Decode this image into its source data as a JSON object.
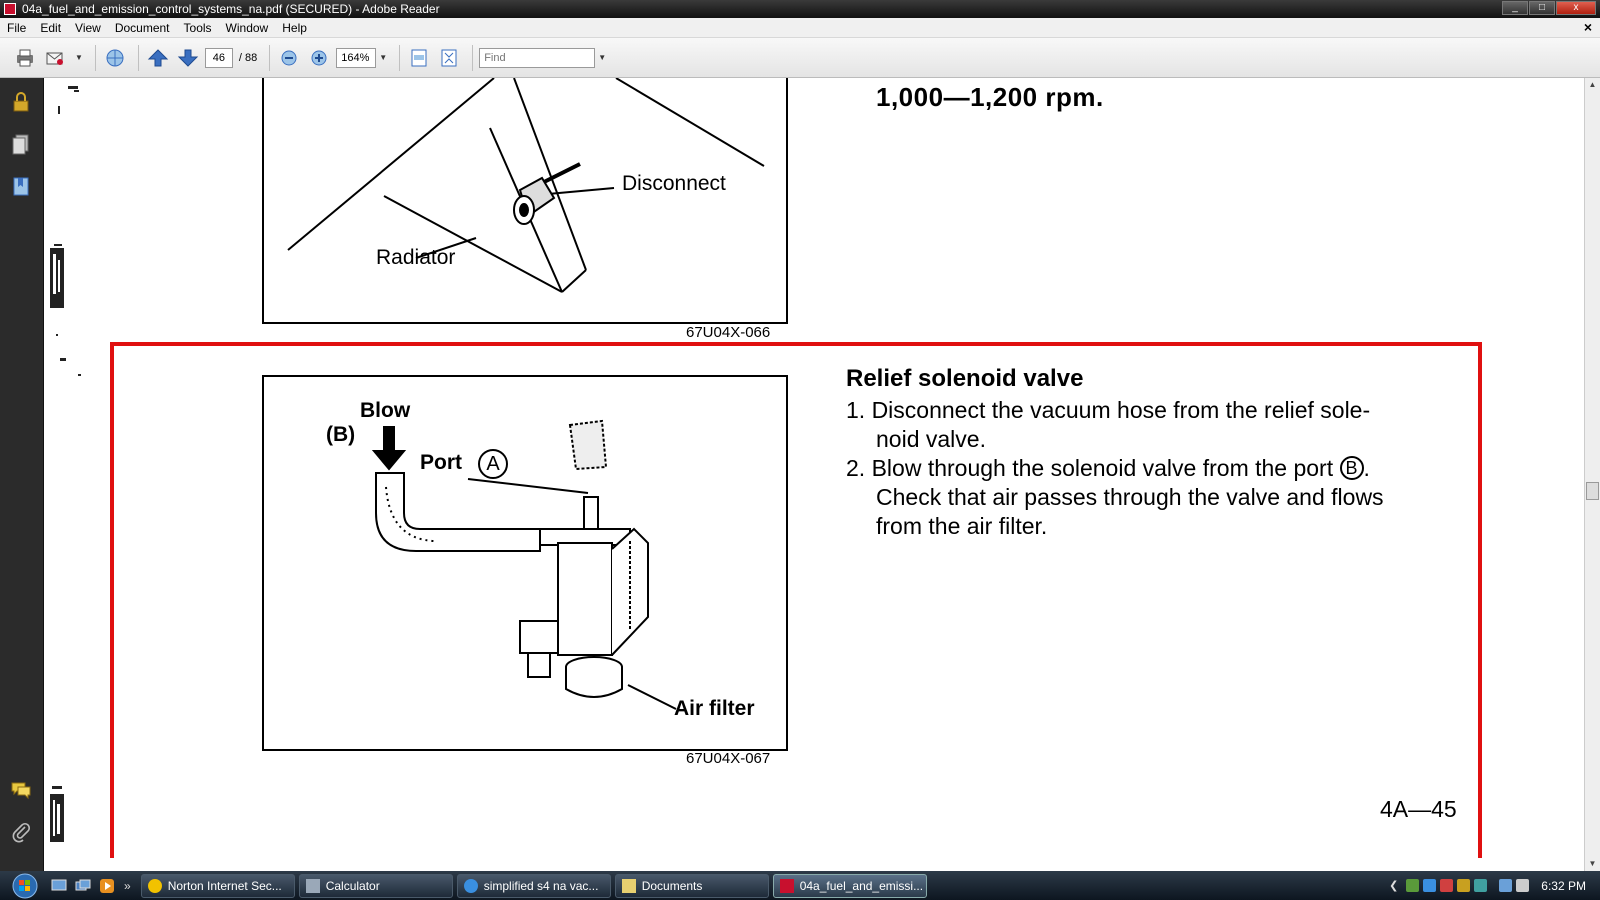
{
  "window": {
    "title": "04a_fuel_and_emission_control_systems_na.pdf (SECURED) - Adobe Reader",
    "controls": [
      "_",
      "□",
      "x"
    ]
  },
  "menu": [
    "File",
    "Edit",
    "View",
    "Document",
    "Tools",
    "Window",
    "Help"
  ],
  "menu_close": "×",
  "toolbar": {
    "page_current": "46",
    "page_total": "/ 88",
    "zoom": "164%",
    "find_placeholder": "Find"
  },
  "document": {
    "rpm_text": "1,000—1,200 rpm.",
    "figure1": {
      "labels": {
        "disconnect": "Disconnect",
        "radiator": "Radiator"
      },
      "code": "67U04X-066"
    },
    "figure2": {
      "labels": {
        "blow": "Blow",
        "b": "(B)",
        "port": "Port",
        "port_letter": "A",
        "air_filter": "Air filter"
      },
      "code": "67U04X-067"
    },
    "section_title": "Relief solenoid valve",
    "step1_line1": "1. Disconnect the vacuum hose from the relief sole-",
    "step1_line2": "noid valve.",
    "step2_line1": "2. Blow through the solenoid valve from the port",
    "step2_port_letter": "B",
    "step2_line2": "Check that air passes through the valve and flows",
    "step2_line3": "from the air filter.",
    "page_number": "4A—45"
  },
  "taskbar": {
    "more": "»",
    "tasks": [
      {
        "label": "Norton Internet Sec...",
        "color": "#f2c200"
      },
      {
        "label": "Calculator",
        "color": "#9aa8b8"
      },
      {
        "label": "simplified s4 na vac...",
        "color": "#3a8fe0"
      },
      {
        "label": "Documents",
        "color": "#e8d070"
      },
      {
        "label": "04a_fuel_and_emissi...",
        "color": "#c8102e"
      }
    ],
    "time": "6:32 PM"
  },
  "colors": {
    "annotation_red": "#e01010",
    "accent_blue": "#3a6fc0"
  }
}
